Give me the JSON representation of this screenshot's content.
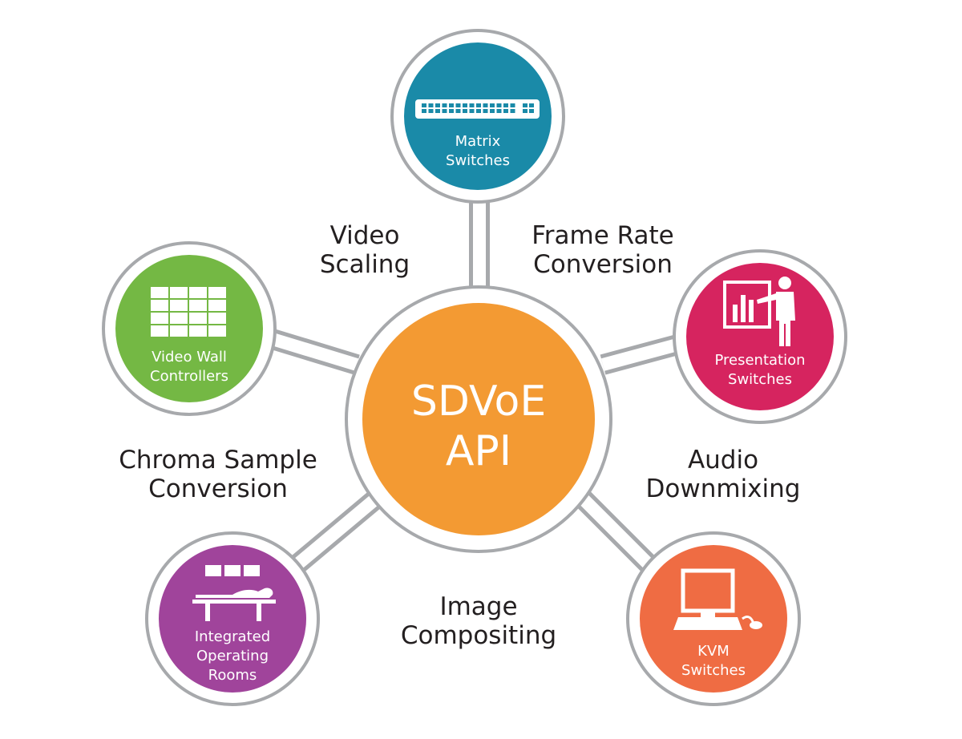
{
  "hub": {
    "lines": [
      "SDVoE",
      "API"
    ],
    "color": "#f39a33"
  },
  "nodes": [
    {
      "id": "matrix",
      "lines": [
        "Matrix",
        "Switches"
      ],
      "color": "#1a8aa8",
      "icon": "rackmount-switch-icon"
    },
    {
      "id": "presentation",
      "lines": [
        "Presentation",
        "Switches"
      ],
      "color": "#d6245f",
      "icon": "presenter-chart-icon"
    },
    {
      "id": "kvm",
      "lines": [
        "KVM",
        "Switches"
      ],
      "color": "#ef6c43",
      "icon": "computer-monitor-mouse-icon"
    },
    {
      "id": "operating",
      "lines": [
        "Integrated",
        "Operating",
        "Rooms"
      ],
      "color": "#a0449b",
      "icon": "operating-table-icon"
    },
    {
      "id": "videowall",
      "lines": [
        "Video Wall",
        "Controllers"
      ],
      "color": "#74b844",
      "icon": "video-wall-grid-icon"
    }
  ],
  "features": [
    {
      "id": "video-scaling",
      "lines": [
        "Video",
        "Scaling"
      ]
    },
    {
      "id": "frame-rate",
      "lines": [
        "Frame Rate",
        "Conversion"
      ]
    },
    {
      "id": "audio-downmix",
      "lines": [
        "Audio",
        "Downmixing"
      ]
    },
    {
      "id": "image-compositing",
      "lines": [
        "Image",
        "Compositing"
      ]
    },
    {
      "id": "chroma-sample",
      "lines": [
        "Chroma Sample",
        "Conversion"
      ]
    }
  ],
  "colors": {
    "ring": "#a7a9ac",
    "text": "#231f20"
  }
}
